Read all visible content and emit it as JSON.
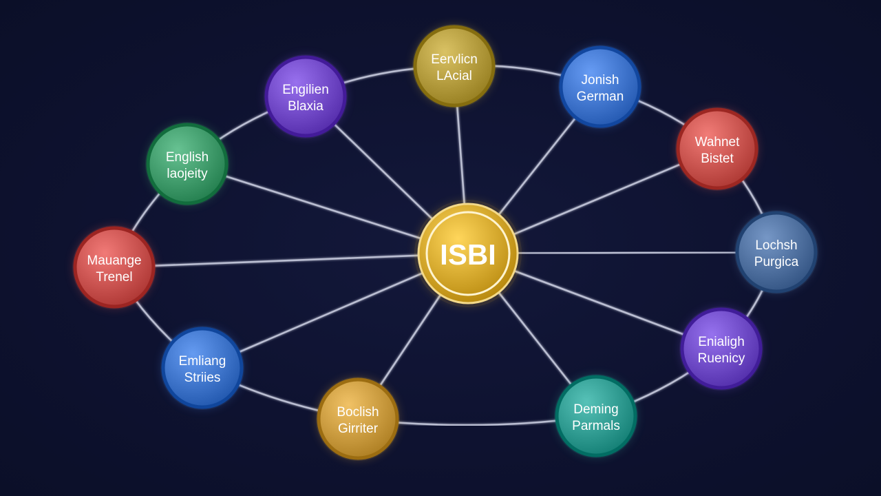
{
  "hub": {
    "label": "ISBI",
    "color": "#d8a92e"
  },
  "nodes": [
    {
      "id": "n1",
      "line1": "Eervlicn",
      "line2": "LAcial",
      "color": "#b29a3c",
      "text_color": "#fff7dc"
    },
    {
      "id": "n2",
      "line1": "Jonish",
      "line2": "German",
      "color": "#3f74cc",
      "text_color": "#ffffff"
    },
    {
      "id": "n3",
      "line1": "Wahnet",
      "line2": "Bistet",
      "color": "#c9544f",
      "text_color": "#ffffff"
    },
    {
      "id": "n4",
      "line1": "Lochsh",
      "line2": "Purgica",
      "color": "#4e6f9e",
      "text_color": "#ffffff"
    },
    {
      "id": "n5",
      "line1": "Enialigh",
      "line2": "Ruenicy",
      "color": "#6e4ac6",
      "text_color": "#ffffff"
    },
    {
      "id": "n6",
      "line1": "Deming",
      "line2": "Parmals",
      "color": "#2f9a90",
      "text_color": "#ffffff"
    },
    {
      "id": "n7",
      "line1": "Boclish",
      "line2": "Girriter",
      "color": "#c99a3e",
      "text_color": "#2a1c08"
    },
    {
      "id": "n8",
      "line1": "Emliang",
      "line2": "Striies",
      "color": "#3d73c9",
      "text_color": "#ffffff"
    },
    {
      "id": "n9",
      "line1": "Mauange",
      "line2": "Trenel",
      "color": "#c9524f",
      "text_color": "#ffffff"
    },
    {
      "id": "n10",
      "line1": "English",
      "line2": "laojeity",
      "color": "#3f9a6a",
      "text_color": "#ffffff"
    },
    {
      "id": "n11",
      "line1": "Engilien",
      "line2": "Blaxia",
      "color": "#7048c6",
      "text_color": "#ffffff"
    }
  ]
}
